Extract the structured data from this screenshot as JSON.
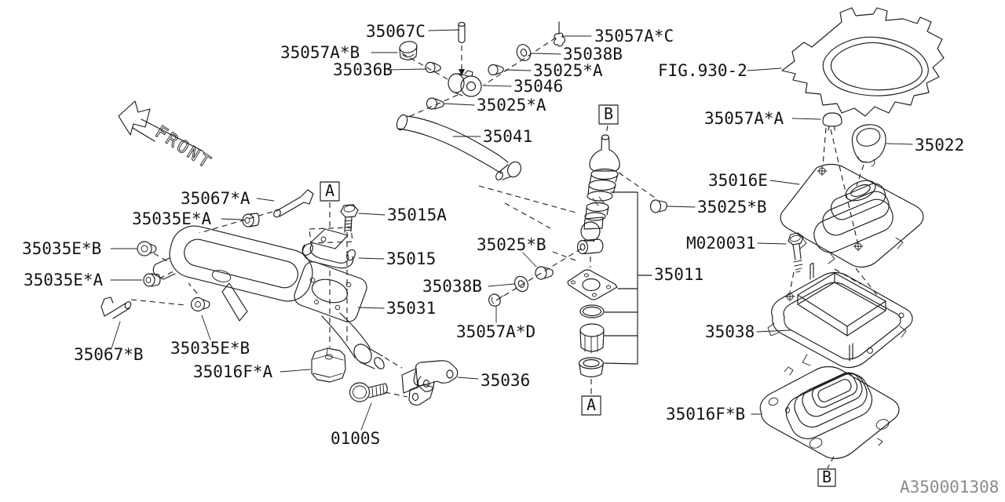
{
  "diagram": {
    "type": "exploded-parts-diagram",
    "subject": "manual gear shift system",
    "drawing_number": "A350001308",
    "front_label": "FRONT",
    "ref_markers": {
      "A": "A",
      "B": "B"
    },
    "part_labels": [
      "35067C",
      "35057A*B",
      "35036B",
      "35057A*C",
      "35038B",
      "35025*A",
      "35046",
      "35025*A",
      "35041",
      "FIG.930-2",
      "35057A*A",
      "35022",
      "35016E",
      "35025*B",
      "M020031",
      "35011",
      "35038",
      "35067*A",
      "35035E*A",
      "35015A",
      "35035E*B",
      "35015",
      "35025*B",
      "35038B",
      "35031",
      "35057A*D",
      "35035E*A",
      "35067*B",
      "35035E*B",
      "35016F*A",
      "35036",
      "0100S",
      "35016F*B"
    ]
  }
}
